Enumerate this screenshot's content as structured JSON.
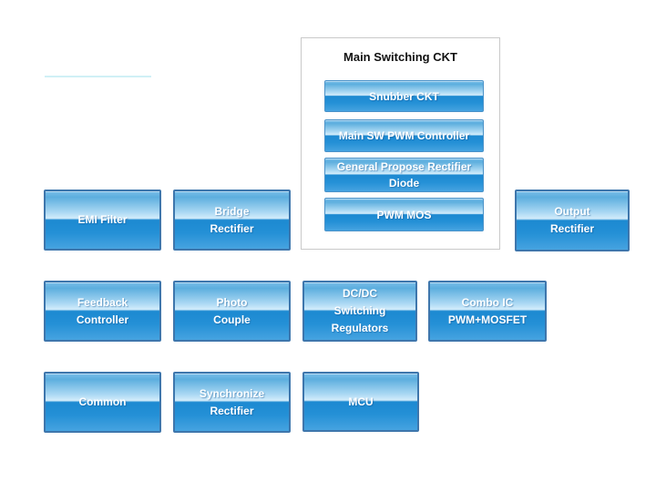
{
  "page": {
    "background": "#ffffff"
  },
  "colors": {
    "button_border": "#3e76ac",
    "inner_button_border": "#4b92c8",
    "button_gradient_top": "#5caede",
    "button_gradient_light": "#d2ecfb",
    "button_gradient_deep": "#1c89d1",
    "button_text": "#ffffff",
    "group_border": "#c9c9c9",
    "group_title_color": "#111111",
    "faint_line": "#d0f0f6"
  },
  "group": {
    "title": "Main Switching CKT",
    "buttons": [
      {
        "label": "Snubber CKT"
      },
      {
        "label": "Main SW PWM Controller"
      },
      {
        "label": "General Propose Rectifier\nDiode"
      },
      {
        "label": "PWM MOS"
      }
    ]
  },
  "buttons": [
    {
      "label": "EMI Filter"
    },
    {
      "label": "Bridge\nRectifier"
    },
    {
      "label": "Output\nRectifier"
    },
    {
      "label": "Feedback\nController"
    },
    {
      "label": "Photo\nCouple"
    },
    {
      "label": "DC/DC\nSwitching\nRegulators"
    },
    {
      "label": "Combo IC\nPWM+MOSFET"
    },
    {
      "label": "Common"
    },
    {
      "label": "Synchronize\nRectifier"
    },
    {
      "label": "MCU"
    }
  ]
}
